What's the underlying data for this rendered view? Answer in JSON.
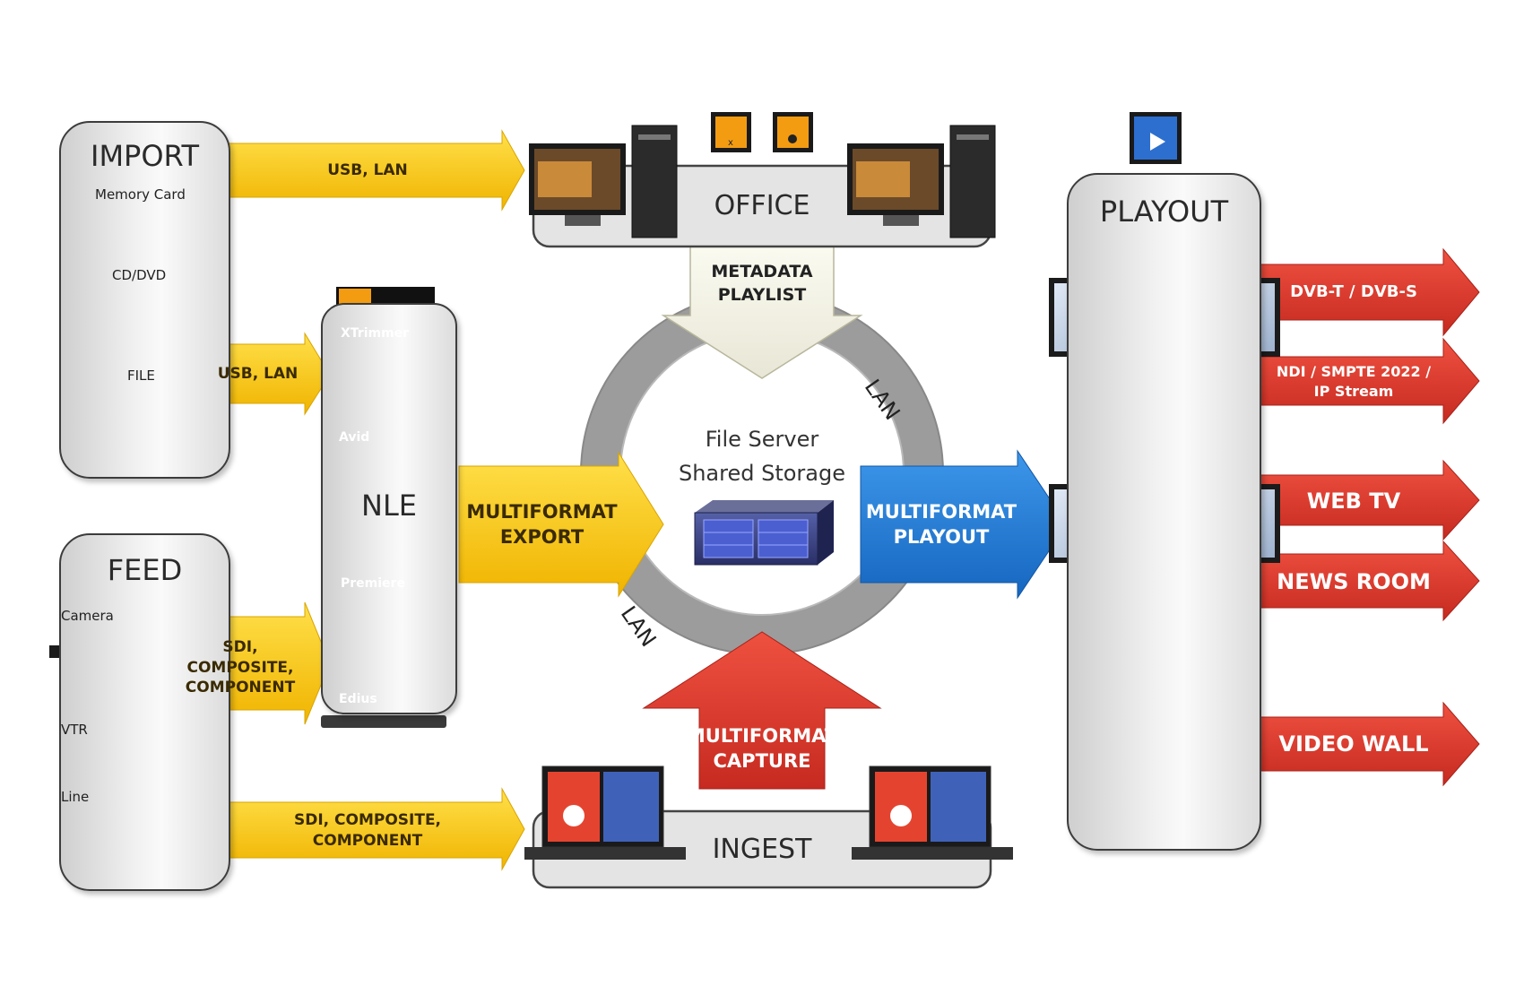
{
  "import": {
    "title": "IMPORT",
    "items": [
      "Memory Card",
      "CD/DVD",
      "FILE"
    ]
  },
  "feed": {
    "title": "FEED",
    "items": [
      "Camera",
      "VTR",
      "Line"
    ]
  },
  "nle": {
    "title": "NLE",
    "apps": [
      "XTrimmer",
      "Avid",
      "Premiere",
      "Edius"
    ]
  },
  "office": {
    "title": "OFFICE"
  },
  "ingest": {
    "title": "INGEST"
  },
  "playout": {
    "title": "PLAYOUT"
  },
  "server": {
    "line1": "File Server",
    "line2": "Shared Storage"
  },
  "ring": {
    "lan_top": "LAN",
    "lan_bottom": "LAN"
  },
  "arrows": {
    "usb_lan_office": "USB, LAN",
    "usb_lan_nle": "USB, LAN",
    "sdi_nle": [
      "SDI,",
      "COMPOSITE,",
      "COMPONENT"
    ],
    "sdi_ingest": [
      "SDI, COMPOSITE,",
      "COMPONENT"
    ],
    "metadata": [
      "METADATA",
      "PLAYLIST"
    ],
    "export": [
      "MULTIFORMAT",
      "EXPORT"
    ],
    "playout": [
      "MULTIFORMAT",
      "PLAYOUT"
    ],
    "capture": [
      "MULTIFORMAT",
      "CAPTURE"
    ]
  },
  "outputs": {
    "dvb": "DVB-T / DVB-S",
    "ndi": [
      "NDI / SMPTE  2022 /",
      "IP Stream"
    ],
    "webtv": "WEB TV",
    "newsroom": "NEWS ROOM",
    "videowall": "VIDEO WALL"
  },
  "colors": {
    "yellow": "#f5c518",
    "blue": "#1f77d0",
    "red": "#d9352b",
    "orange": "#f39c12",
    "ring": "#9a9a9a"
  },
  "icons": [
    "memory-card-icon",
    "disc-icon",
    "film-icon",
    "camera-icon",
    "vtr-icon",
    "satellite-dish-icon",
    "server-icon",
    "monitor-icon"
  ]
}
